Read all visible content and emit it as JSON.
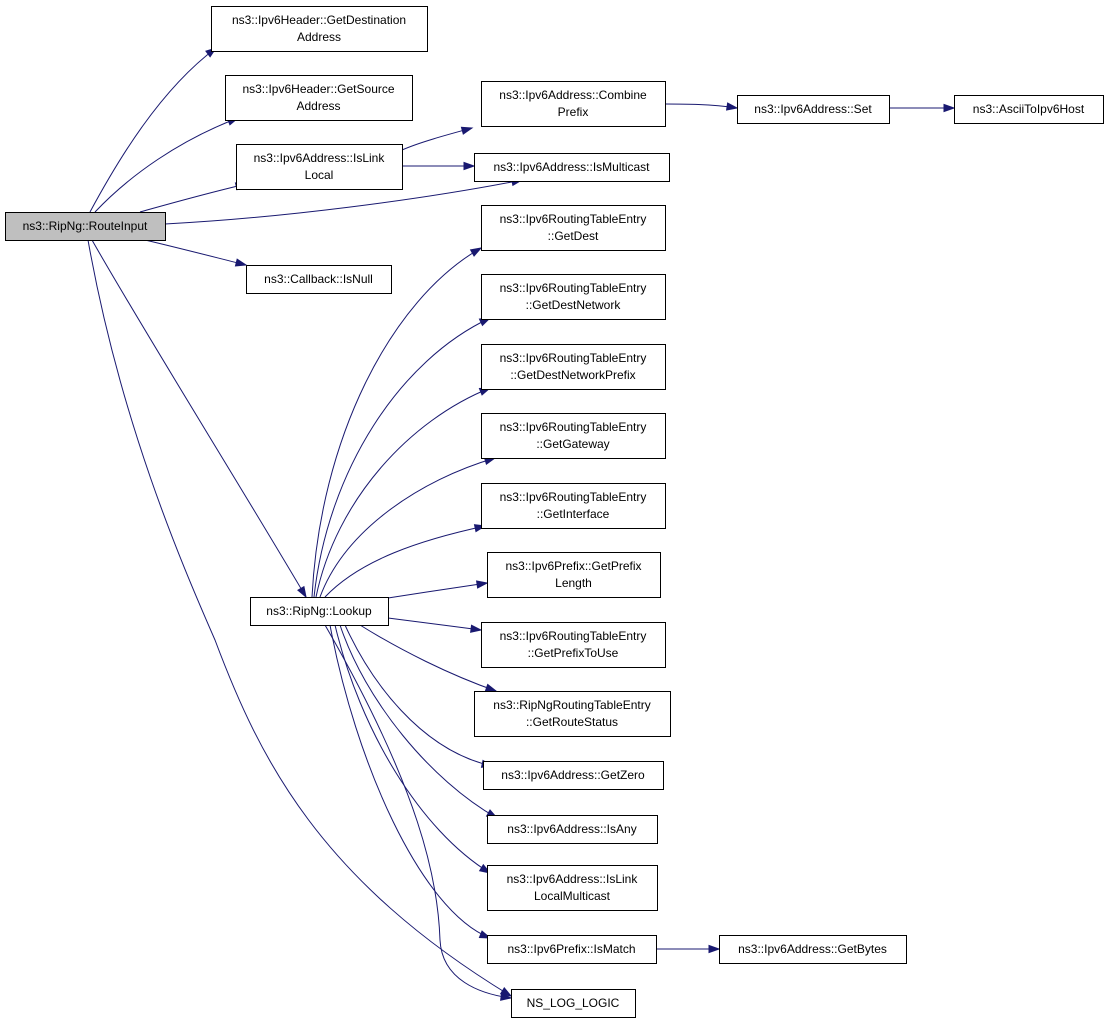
{
  "nodes": [
    {
      "id": "routeinput",
      "lines": [
        "ns3::RipNg::RouteInput"
      ],
      "current": true
    },
    {
      "id": "getdest_addr",
      "lines": [
        "ns3::Ipv6Header::GetDestination",
        "Address"
      ]
    },
    {
      "id": "getsource_addr",
      "lines": [
        "ns3::Ipv6Header::GetSource",
        "Address"
      ]
    },
    {
      "id": "islinklocal",
      "lines": [
        "ns3::Ipv6Address::IsLink",
        "Local"
      ]
    },
    {
      "id": "ismulticast",
      "lines": [
        "ns3::Ipv6Address::IsMulticast"
      ]
    },
    {
      "id": "combineprefix",
      "lines": [
        "ns3::Ipv6Address::Combine",
        "Prefix"
      ]
    },
    {
      "id": "set",
      "lines": [
        "ns3::Ipv6Address::Set"
      ]
    },
    {
      "id": "asciitoipv6host",
      "lines": [
        "ns3::AsciiToIpv6Host"
      ]
    },
    {
      "id": "isnull",
      "lines": [
        "ns3::Callback::IsNull"
      ]
    },
    {
      "id": "lookup",
      "lines": [
        "ns3::RipNg::Lookup"
      ]
    },
    {
      "id": "getdest",
      "lines": [
        "ns3::Ipv6RoutingTableEntry",
        "::GetDest"
      ]
    },
    {
      "id": "getdestnetwork",
      "lines": [
        "ns3::Ipv6RoutingTableEntry",
        "::GetDestNetwork"
      ]
    },
    {
      "id": "getdestnetworkprefix",
      "lines": [
        "ns3::Ipv6RoutingTableEntry",
        "::GetDestNetworkPrefix"
      ]
    },
    {
      "id": "getgateway",
      "lines": [
        "ns3::Ipv6RoutingTableEntry",
        "::GetGateway"
      ]
    },
    {
      "id": "getinterface",
      "lines": [
        "ns3::Ipv6RoutingTableEntry",
        "::GetInterface"
      ]
    },
    {
      "id": "getprefixlength",
      "lines": [
        "ns3::Ipv6Prefix::GetPrefix",
        "Length"
      ]
    },
    {
      "id": "getprefixtouse",
      "lines": [
        "ns3::Ipv6RoutingTableEntry",
        "::GetPrefixToUse"
      ]
    },
    {
      "id": "getroutestatus",
      "lines": [
        "ns3::RipNgRoutingTableEntry",
        "::GetRouteStatus"
      ]
    },
    {
      "id": "getzero",
      "lines": [
        "ns3::Ipv6Address::GetZero"
      ]
    },
    {
      "id": "isany",
      "lines": [
        "ns3::Ipv6Address::IsAny"
      ]
    },
    {
      "id": "islinklocalmulticast",
      "lines": [
        "ns3::Ipv6Address::IsLink",
        "LocalMulticast"
      ]
    },
    {
      "id": "ismatch",
      "lines": [
        "ns3::Ipv6Prefix::IsMatch"
      ]
    },
    {
      "id": "getbytes",
      "lines": [
        "ns3::Ipv6Address::GetBytes"
      ]
    },
    {
      "id": "ns_log_logic",
      "lines": [
        "NS_LOG_LOGIC"
      ]
    }
  ],
  "edges": [
    {
      "from": "routeinput",
      "to": "getdest_addr"
    },
    {
      "from": "routeinput",
      "to": "getsource_addr"
    },
    {
      "from": "routeinput",
      "to": "islinklocal"
    },
    {
      "from": "routeinput",
      "to": "ismulticast"
    },
    {
      "from": "routeinput",
      "to": "isnull"
    },
    {
      "from": "routeinput",
      "to": "lookup"
    },
    {
      "from": "routeinput",
      "to": "ns_log_logic"
    },
    {
      "from": "islinklocal",
      "to": "combineprefix"
    },
    {
      "from": "islinklocal",
      "to": "ismulticast"
    },
    {
      "from": "combineprefix",
      "to": "set"
    },
    {
      "from": "set",
      "to": "asciitoipv6host"
    },
    {
      "from": "lookup",
      "to": "getdest"
    },
    {
      "from": "lookup",
      "to": "getdestnetwork"
    },
    {
      "from": "lookup",
      "to": "getdestnetworkprefix"
    },
    {
      "from": "lookup",
      "to": "getgateway"
    },
    {
      "from": "lookup",
      "to": "getinterface"
    },
    {
      "from": "lookup",
      "to": "getprefixlength"
    },
    {
      "from": "lookup",
      "to": "getprefixtouse"
    },
    {
      "from": "lookup",
      "to": "getroutestatus"
    },
    {
      "from": "lookup",
      "to": "getzero"
    },
    {
      "from": "lookup",
      "to": "isany"
    },
    {
      "from": "lookup",
      "to": "islinklocalmulticast"
    },
    {
      "from": "lookup",
      "to": "ismatch"
    },
    {
      "from": "lookup",
      "to": "ns_log_logic"
    },
    {
      "from": "ismatch",
      "to": "getbytes"
    }
  ]
}
